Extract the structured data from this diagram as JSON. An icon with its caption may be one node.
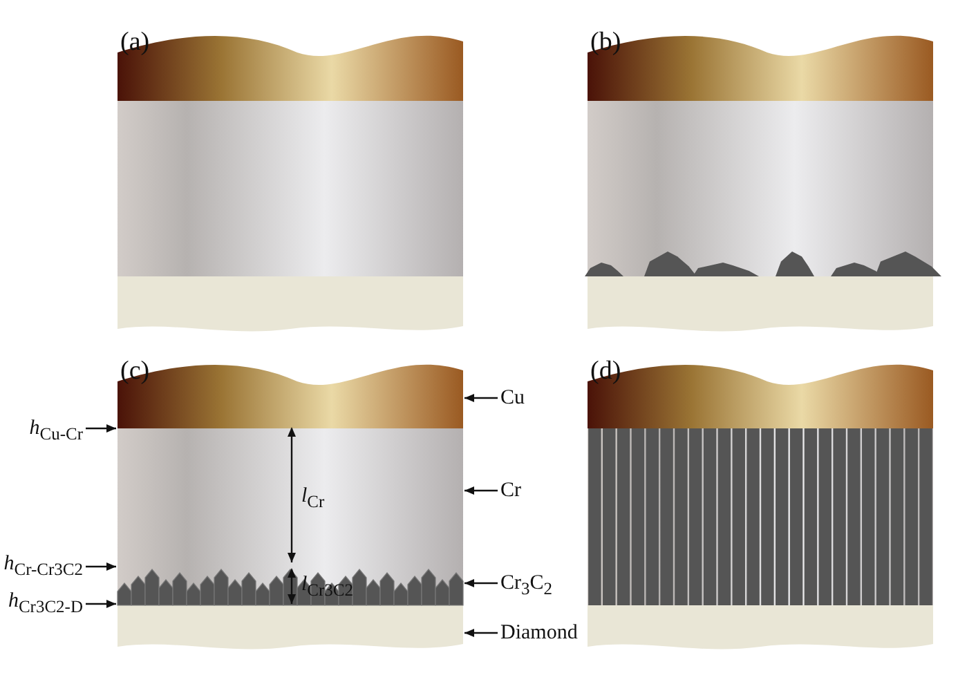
{
  "diagram": {
    "nodes": [
      {
        "text": [
          "Cu"
        ]
      },
      {
        "text": [
          "Cr"
        ]
      },
      {
        "text": [
          "Cr$_{3}$C$_{2}$"
        ]
      },
      {
        "text": [
          "Diamond"
        ]
      },
      {
        "text": [
          "*h*$_{Cu-Cr}$"
        ]
      },
      {
        "text": [
          "*h*$_{Cr-Cr3C2}$"
        ]
      },
      {
        "text": [
          "*h*$_{Cr3C2-D}$"
        ]
      }
    ],
    "edges": [
      {
        "from": 0,
        "to": null,
        "arrow": "to"
      },
      {
        "from": 1,
        "to": null,
        "arrow": "to"
      },
      {
        "from": 2,
        "to": null,
        "arrow": "to"
      },
      {
        "from": 3,
        "to": null,
        "arrow": "to"
      },
      {
        "from": 4,
        "to": null,
        "arrow": "to"
      },
      {
        "from": 5,
        "to": null,
        "arrow": "to"
      },
      {
        "from": 6,
        "to": null,
        "arrow": "to"
      }
    ],
    "labels": [
      "(a)",
      "(b)",
      "(c)",
      "(d)",
      "*l*$_{Cr}$",
      "*l*$_{Cr3C2}$"
    ]
  }
}
